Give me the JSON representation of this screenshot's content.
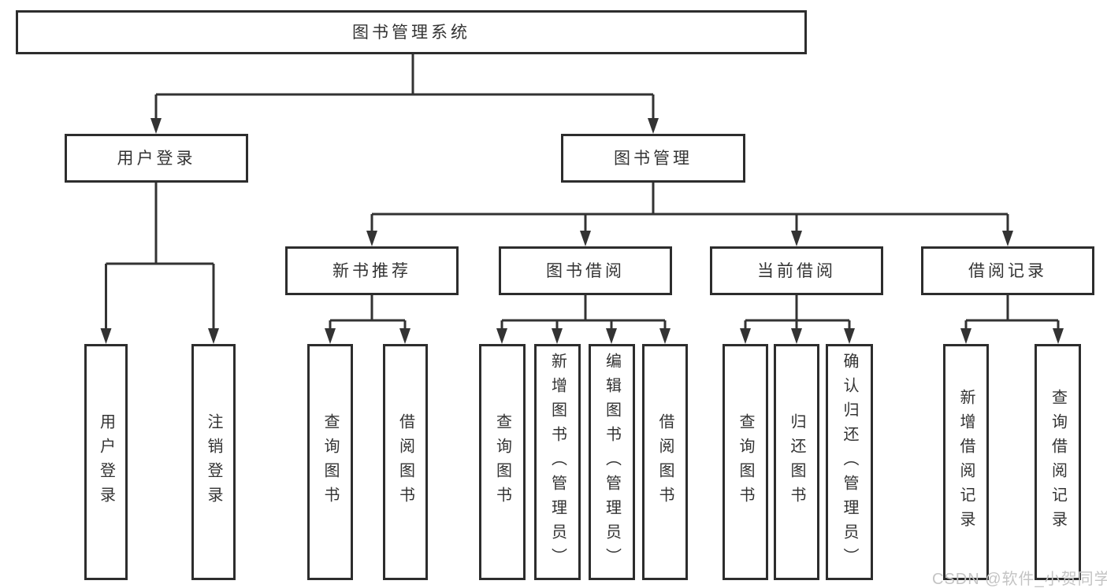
{
  "root": {
    "label": "图书管理系统"
  },
  "branches": [
    {
      "label": "用户登录",
      "children": [
        {
          "label": "用户登录"
        },
        {
          "label": "注销登录"
        }
      ]
    },
    {
      "label": "图书管理",
      "children": [
        {
          "label": "新书推荐",
          "children": [
            {
              "label": "查询图书"
            },
            {
              "label": "借阅图书"
            }
          ]
        },
        {
          "label": "图书借阅",
          "children": [
            {
              "label": "查询图书"
            },
            {
              "label": "新增图书（管理员）"
            },
            {
              "label": "编辑图书（管理员）"
            },
            {
              "label": "借阅图书"
            }
          ]
        },
        {
          "label": "当前借阅",
          "children": [
            {
              "label": "查询图书"
            },
            {
              "label": "归还图书"
            },
            {
              "label": "确认归还（管理员）"
            }
          ]
        },
        {
          "label": "借阅记录",
          "children": [
            {
              "label": "新增借阅记录"
            },
            {
              "label": "查询借阅记录"
            }
          ]
        }
      ]
    }
  ],
  "watermark": "CSDN @软件_小贺同学",
  "colors": {
    "line": "#333333",
    "border": "#2d2d2d",
    "text": "#333333",
    "watermark": "#c4c4c4",
    "background": "#ffffff"
  }
}
